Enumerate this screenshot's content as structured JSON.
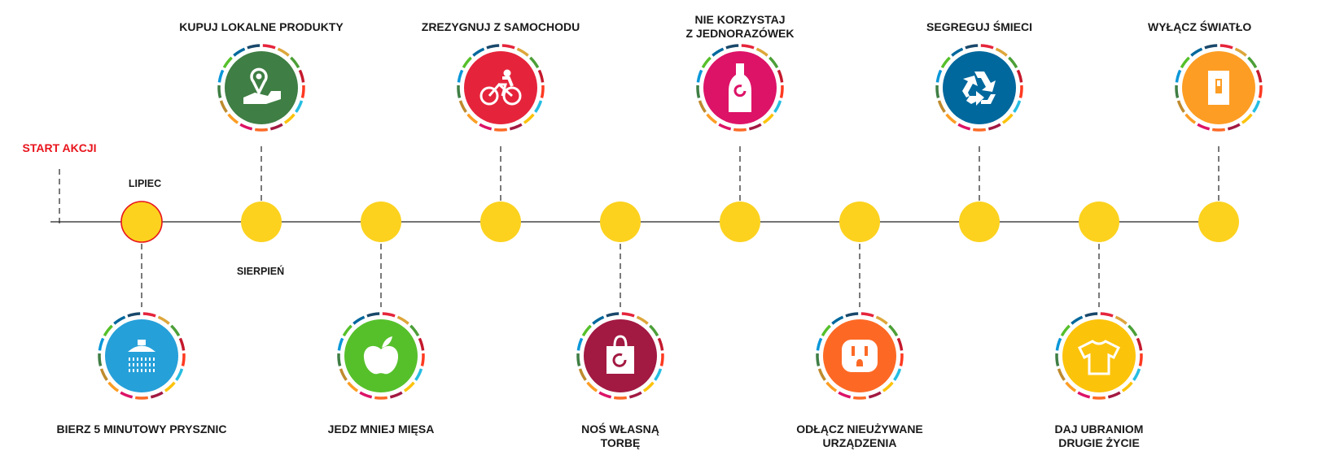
{
  "start_label": "START AKCJI",
  "months": [
    "LIPIEC",
    "SIERPIEŃ"
  ],
  "colors": {
    "node": "#fcd21e",
    "active_node_border": "#e8141c",
    "start_label": "#e8141c",
    "line": "#222222",
    "ring": [
      "#e5243b",
      "#dda63a",
      "#4c9f38",
      "#c5192d",
      "#ff3a21",
      "#26bde2",
      "#fcc30b",
      "#a21942",
      "#fd6925",
      "#dd1367",
      "#fd9d24",
      "#bf8b2e",
      "#3f7e44",
      "#0a97d9",
      "#56c02b",
      "#00689d",
      "#19486a"
    ]
  },
  "actions": [
    {
      "label": "BIERZ 5 MINUTOWY PRYSZNIC",
      "icon": "shower-icon",
      "color": "#26a0d9",
      "position": "below",
      "active": true
    },
    {
      "label": "KUPUJ  LOKALNE  PRODUKTY",
      "icon": "local-products-icon",
      "color": "#3f7e44",
      "position": "above",
      "active": false
    },
    {
      "label": "JEDZ MNIEJ MIĘSA",
      "icon": "apple-icon",
      "color": "#56c02b",
      "position": "below",
      "active": false
    },
    {
      "label": "ZREZYGNUJ  Z SAMOCHODU",
      "icon": "bicycle-icon",
      "color": "#e5243b",
      "position": "above",
      "active": false
    },
    {
      "label": "NOŚ WŁASNĄ\nTORBĘ",
      "icon": "bag-icon",
      "color": "#a21942",
      "position": "below",
      "active": false
    },
    {
      "label": "NIE KORZYSTAJ\nZ JEDNORAZÓWEK",
      "icon": "bottle-icon",
      "color": "#dd1367",
      "position": "above",
      "active": false
    },
    {
      "label": "ODŁĄCZ  NIEUŻYWANE\nURZĄDZENIA",
      "icon": "plug-icon",
      "color": "#fd6925",
      "position": "below",
      "active": false
    },
    {
      "label": "SEGREGUJ  ŚMIECI",
      "icon": "recycle-icon",
      "color": "#00689d",
      "position": "above",
      "active": false
    },
    {
      "label": "DAJ UBRANIOM\nDRUGIE  ŻYCIE",
      "icon": "tshirt-icon",
      "color": "#fcc30b",
      "position": "below",
      "active": false
    },
    {
      "label": "WYŁĄCZ ŚWIATŁO",
      "icon": "light-switch-icon",
      "color": "#fd9d24",
      "position": "above",
      "active": false
    }
  ]
}
